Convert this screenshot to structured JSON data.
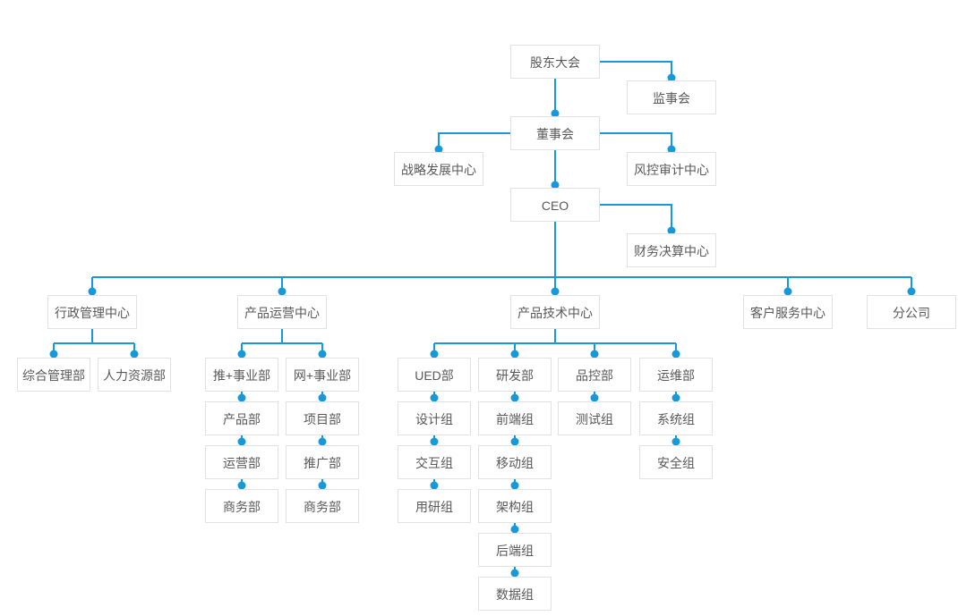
{
  "colors": {
    "connector_line": "#1699d6",
    "connector_dot": "#1699d6",
    "node_border": "#e2e2e2",
    "node_text": "#595959",
    "background": "#ffffff"
  },
  "nodes": [
    {
      "id": "shareholders-meeting",
      "label": "股东大会",
      "parent": null
    },
    {
      "id": "supervisory-board",
      "label": "监事会",
      "parent": "shareholders-meeting"
    },
    {
      "id": "board-of-directors",
      "label": "董事会",
      "parent": "shareholders-meeting"
    },
    {
      "id": "strategy-development-center",
      "label": "战略发展中心",
      "parent": "board-of-directors"
    },
    {
      "id": "risk-audit-center",
      "label": "风控审计中心",
      "parent": "board-of-directors"
    },
    {
      "id": "ceo",
      "label": "CEO",
      "parent": "board-of-directors"
    },
    {
      "id": "finance-settlement-center",
      "label": "财务决算中心",
      "parent": "ceo"
    },
    {
      "id": "admin-management-center",
      "label": "行政管理中心",
      "parent": "ceo"
    },
    {
      "id": "product-operation-center",
      "label": "产品运营中心",
      "parent": "ceo"
    },
    {
      "id": "product-technology-center",
      "label": "产品技术中心",
      "parent": "ceo"
    },
    {
      "id": "customer-service-center",
      "label": "客户服务中心",
      "parent": "ceo"
    },
    {
      "id": "branch-company",
      "label": "分公司",
      "parent": "ceo"
    },
    {
      "id": "general-management-dept",
      "label": "综合管理部",
      "parent": "admin-management-center"
    },
    {
      "id": "hr-dept",
      "label": "人力资源部",
      "parent": "admin-management-center"
    },
    {
      "id": "tui-business-dept",
      "label": "推+事业部",
      "parent": "product-operation-center"
    },
    {
      "id": "product-dept",
      "label": "产品部",
      "parent": "tui-business-dept"
    },
    {
      "id": "operation-dept",
      "label": "运营部",
      "parent": "product-dept"
    },
    {
      "id": "business-dept-tui",
      "label": "商务部",
      "parent": "operation-dept"
    },
    {
      "id": "wang-business-dept",
      "label": "网+事业部",
      "parent": "product-operation-center"
    },
    {
      "id": "project-dept",
      "label": "项目部",
      "parent": "wang-business-dept"
    },
    {
      "id": "promotion-dept",
      "label": "推广部",
      "parent": "project-dept"
    },
    {
      "id": "business-dept-wang",
      "label": "商务部",
      "parent": "promotion-dept"
    },
    {
      "id": "ued-dept",
      "label": "UED部",
      "parent": "product-technology-center"
    },
    {
      "id": "design-team",
      "label": "设计组",
      "parent": "ued-dept"
    },
    {
      "id": "interaction-team",
      "label": "交互组",
      "parent": "design-team"
    },
    {
      "id": "user-research-team",
      "label": "用研组",
      "parent": "interaction-team"
    },
    {
      "id": "rd-dept",
      "label": "研发部",
      "parent": "product-technology-center"
    },
    {
      "id": "frontend-team",
      "label": "前端组",
      "parent": "rd-dept"
    },
    {
      "id": "mobile-team",
      "label": "移动组",
      "parent": "frontend-team"
    },
    {
      "id": "architecture-team",
      "label": "架构组",
      "parent": "mobile-team"
    },
    {
      "id": "backend-team",
      "label": "后端组",
      "parent": "architecture-team"
    },
    {
      "id": "data-team",
      "label": "数据组",
      "parent": "backend-team"
    },
    {
      "id": "qc-dept",
      "label": "品控部",
      "parent": "product-technology-center"
    },
    {
      "id": "testing-team",
      "label": "测试组",
      "parent": "qc-dept"
    },
    {
      "id": "ops-dept",
      "label": "运维部",
      "parent": "product-technology-center"
    },
    {
      "id": "system-team",
      "label": "系统组",
      "parent": "ops-dept"
    },
    {
      "id": "security-team",
      "label": "安全组",
      "parent": "system-team"
    }
  ]
}
